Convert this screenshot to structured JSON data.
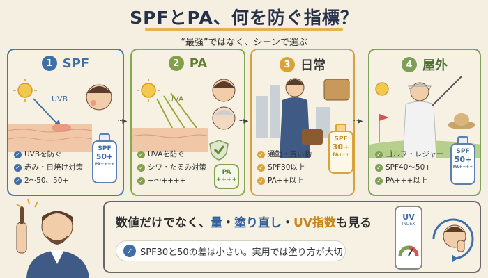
{
  "title": "SPFとPA、何を防ぐ指標？",
  "subtitle": "“最強”ではなく、シーンで選ぶ",
  "cards": [
    {
      "number": "1",
      "heading": "SPF",
      "ray_label": "UVB",
      "bottle_label": "SPF",
      "bottle_value": "50+",
      "bottle_sub": "PA++++",
      "bullets": [
        "UVBを防ぐ",
        "赤み・日焼け対策",
        "2〜50、50+"
      ]
    },
    {
      "number": "2",
      "heading": "PA",
      "ray_label": "UVA",
      "bottle_label": "PA",
      "bottle_value": "++++",
      "bullets": [
        "UVAを防ぐ",
        "シワ・たるみ対策",
        "+〜++++"
      ]
    },
    {
      "number": "3",
      "heading": "日常",
      "bottle_label": "SPF",
      "bottle_value": "30+",
      "bottle_sub": "PA+++",
      "bullets": [
        "通勤・買い物",
        "SPF30以上",
        "PA++以上"
      ]
    },
    {
      "number": "4",
      "heading": "屋外",
      "bottle_label": "SPF",
      "bottle_value": "50+",
      "bottle_sub": "PA++++",
      "bullets": [
        "ゴルフ・レジャー",
        "SPF40〜50+",
        "PA+++以上"
      ]
    }
  ],
  "bottom": {
    "msg_part1": "数値だけでなく、",
    "msg_part2": "量",
    "msg_part3": "・",
    "msg_part4": "塗り直し",
    "msg_part5": "・",
    "msg_part6": "UV指数",
    "msg_part7": "も見る",
    "note": "SPF30と50の差は小さい。実用では塗り方が大切",
    "meter_label": "UV",
    "meter_sub": "INDEX"
  },
  "colors": {
    "spf": "#3f6fa6",
    "pa": "#82a049",
    "daily": "#d9a33a",
    "outdoor": "#7d9f56",
    "accent": "#e2a73a"
  }
}
